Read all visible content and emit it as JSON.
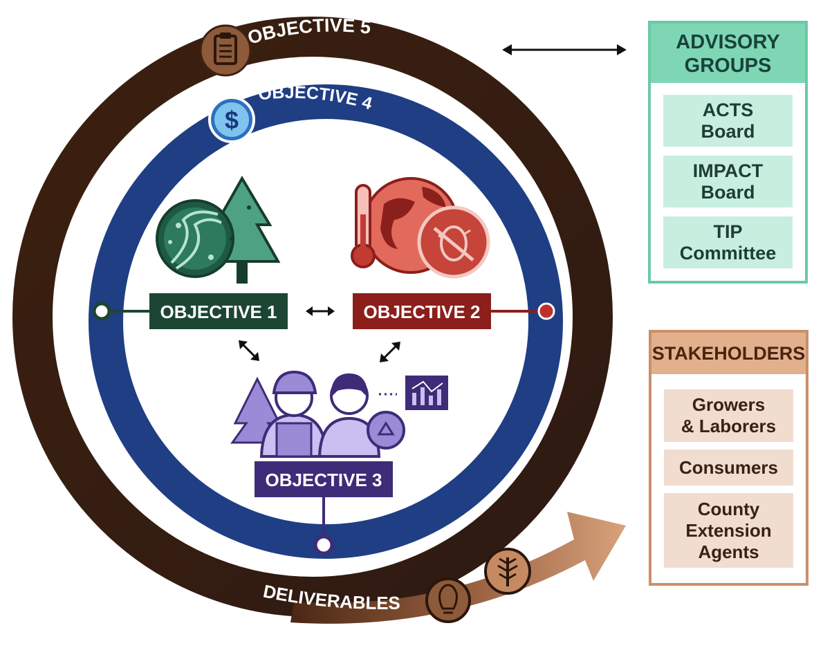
{
  "diagram": {
    "outer_ring": {
      "label": "OBJECTIVE 5",
      "icon": "clipboard-icon",
      "color": "#3e2112"
    },
    "inner_ring": {
      "label": "OBJECTIVE 4",
      "icon": "dollar-icon",
      "color": "#1f3e84"
    },
    "objective_1": {
      "label": "OBJECTIVE 1",
      "icon": "genetics-tree-icon",
      "color": "#1c4633",
      "accent": "#4fa184"
    },
    "objective_2": {
      "label": "OBJECTIVE 2",
      "icon": "climate-pest-icon",
      "color": "#8b1f1c",
      "accent": "#e26a5c"
    },
    "objective_3": {
      "label": "OBJECTIVE 3",
      "icon": "people-outreach-icon",
      "color": "#3e2c78",
      "accent": "#9b8ad6"
    },
    "deliverables": {
      "label": "DELIVERABLES",
      "icons": [
        "lightbulb-icon",
        "seedling-icon"
      ],
      "color": "#c58a62"
    }
  },
  "advisory_groups": {
    "title": "ADVISORY\nGROUPS",
    "items": [
      "ACTS\nBoard",
      "IMPACT\nBoard",
      "TIP\nCommittee"
    ]
  },
  "stakeholders": {
    "title": "STAKEHOLDERS",
    "items": [
      "Growers\n& Laborers",
      "Consumers",
      "County\nExtension\nAgents"
    ]
  }
}
